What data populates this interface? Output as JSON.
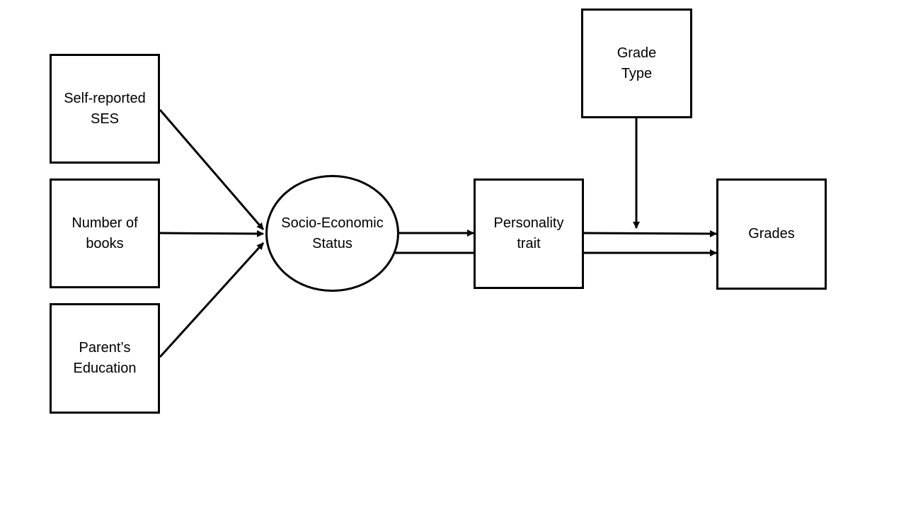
{
  "diagram": {
    "nodes": {
      "self_reported_ses": "Self-reported\nSES",
      "number_of_books": "Number of\nbooks",
      "parents_education": "Parent’s\nEducation",
      "socio_economic_status": "Socio-Economic\nStatus",
      "personality_trait": "Personality\ntrait",
      "grade_type": "Grade\nType",
      "grades": "Grades"
    },
    "edges": [
      {
        "from": "Self-reported SES",
        "to": "Socio-Economic Status"
      },
      {
        "from": "Number of books",
        "to": "Socio-Economic Status"
      },
      {
        "from": "Parent’s Education",
        "to": "Socio-Economic Status"
      },
      {
        "from": "Socio-Economic Status",
        "to": "Personality trait"
      },
      {
        "from": "Socio-Economic Status",
        "to": "Grades"
      },
      {
        "from": "Personality trait",
        "to": "Grades"
      },
      {
        "from": "Grade Type",
        "to": "Personality trait → Grades (moderation)"
      }
    ],
    "colors": {
      "stroke": "#000000",
      "background": "#ffffff"
    }
  }
}
